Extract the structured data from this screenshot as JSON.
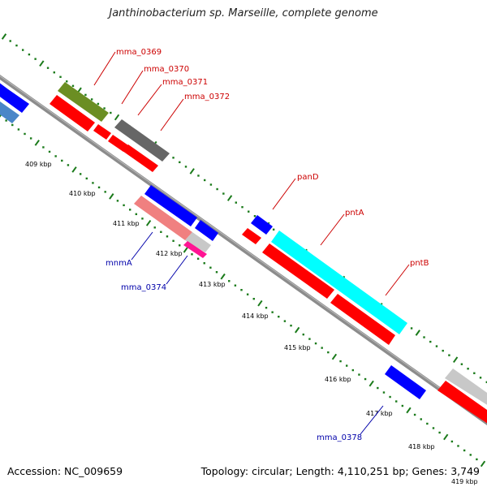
{
  "title": "Janthinobacterium sp. Marseille, complete genome",
  "footer": {
    "accession": "Accession: NC_009659",
    "summary": "Topology: circular; Length: 4,110,251 bp; Genes: 3,749"
  },
  "ruler": {
    "labels": [
      "409 kbp",
      "410 kbp",
      "411 kbp",
      "412 kbp",
      "413 kbp",
      "414 kbp",
      "415 kbp",
      "416 kbp",
      "417 kbp",
      "418 kbp",
      "419 kbp"
    ]
  },
  "gene_labels": {
    "mma_0369": "mma_0369",
    "mma_0370": "mma_0370",
    "mma_0371": "mma_0371",
    "mma_0372": "mma_0372",
    "panD": "panD",
    "pntA": "pntA",
    "pntB": "pntB",
    "mnmA": "mnmA",
    "mma_0374": "mma_0374",
    "mma_0378": "mma_0378"
  },
  "colors": {
    "backbone": "#8c8c8c",
    "cds": "#ff0000",
    "blue_feature": "#0000ff",
    "steelblue_feature": "#4a86c8",
    "olive_feature": "#6b8e23",
    "gray_feature": "#666666",
    "cyan_feature": "#00ffff",
    "pink_feature": "#f08080",
    "magenta_feature": "#ff1493",
    "silver_feature": "#c8c8c8",
    "tick_green": "#1a7a1a",
    "label_red": "#cc0000",
    "label_blue": "#0000aa"
  }
}
